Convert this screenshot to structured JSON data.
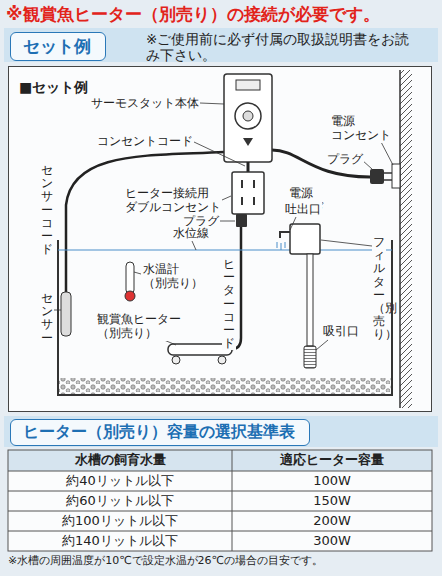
{
  "diagram": {
    "title": "※観賞魚ヒーター（別売り）の接続が必要です。",
    "nodes": [
      {
        "text": [
          "セット例"
        ]
      },
      {
        "text": [
          "■セット例"
        ]
      },
      {
        "text": [
          "ヒーター（別売り）容量の選択基準表"
        ]
      }
    ],
    "labels": [
      "※ご使用前に必ず付属の取扱説明書をお読み下さい。",
      "サーモスタット本体",
      "コンセントコード",
      "ヒーター接続用 ダブルコンセント",
      "プラグ",
      "電源 コンセント",
      "電源 コード",
      "センサーコード",
      "プラグ",
      "吐出口",
      "水位線",
      "フィルター（別売り）",
      "水温計 （別売り）",
      "ヒーターコード",
      "センサー",
      "観賞魚ヒーター （別売り）",
      "吸引口",
      "水槽の飼育水量",
      "適応ヒーター容量",
      "約40リットル以下",
      "100W",
      "約60リットル以下",
      "150W",
      "約100リットル以下",
      "200W",
      "約140リットル以下",
      "300W",
      "※水槽の周囲温度が10℃で設定水温が26℃の場合の目安です。"
    ]
  }
}
